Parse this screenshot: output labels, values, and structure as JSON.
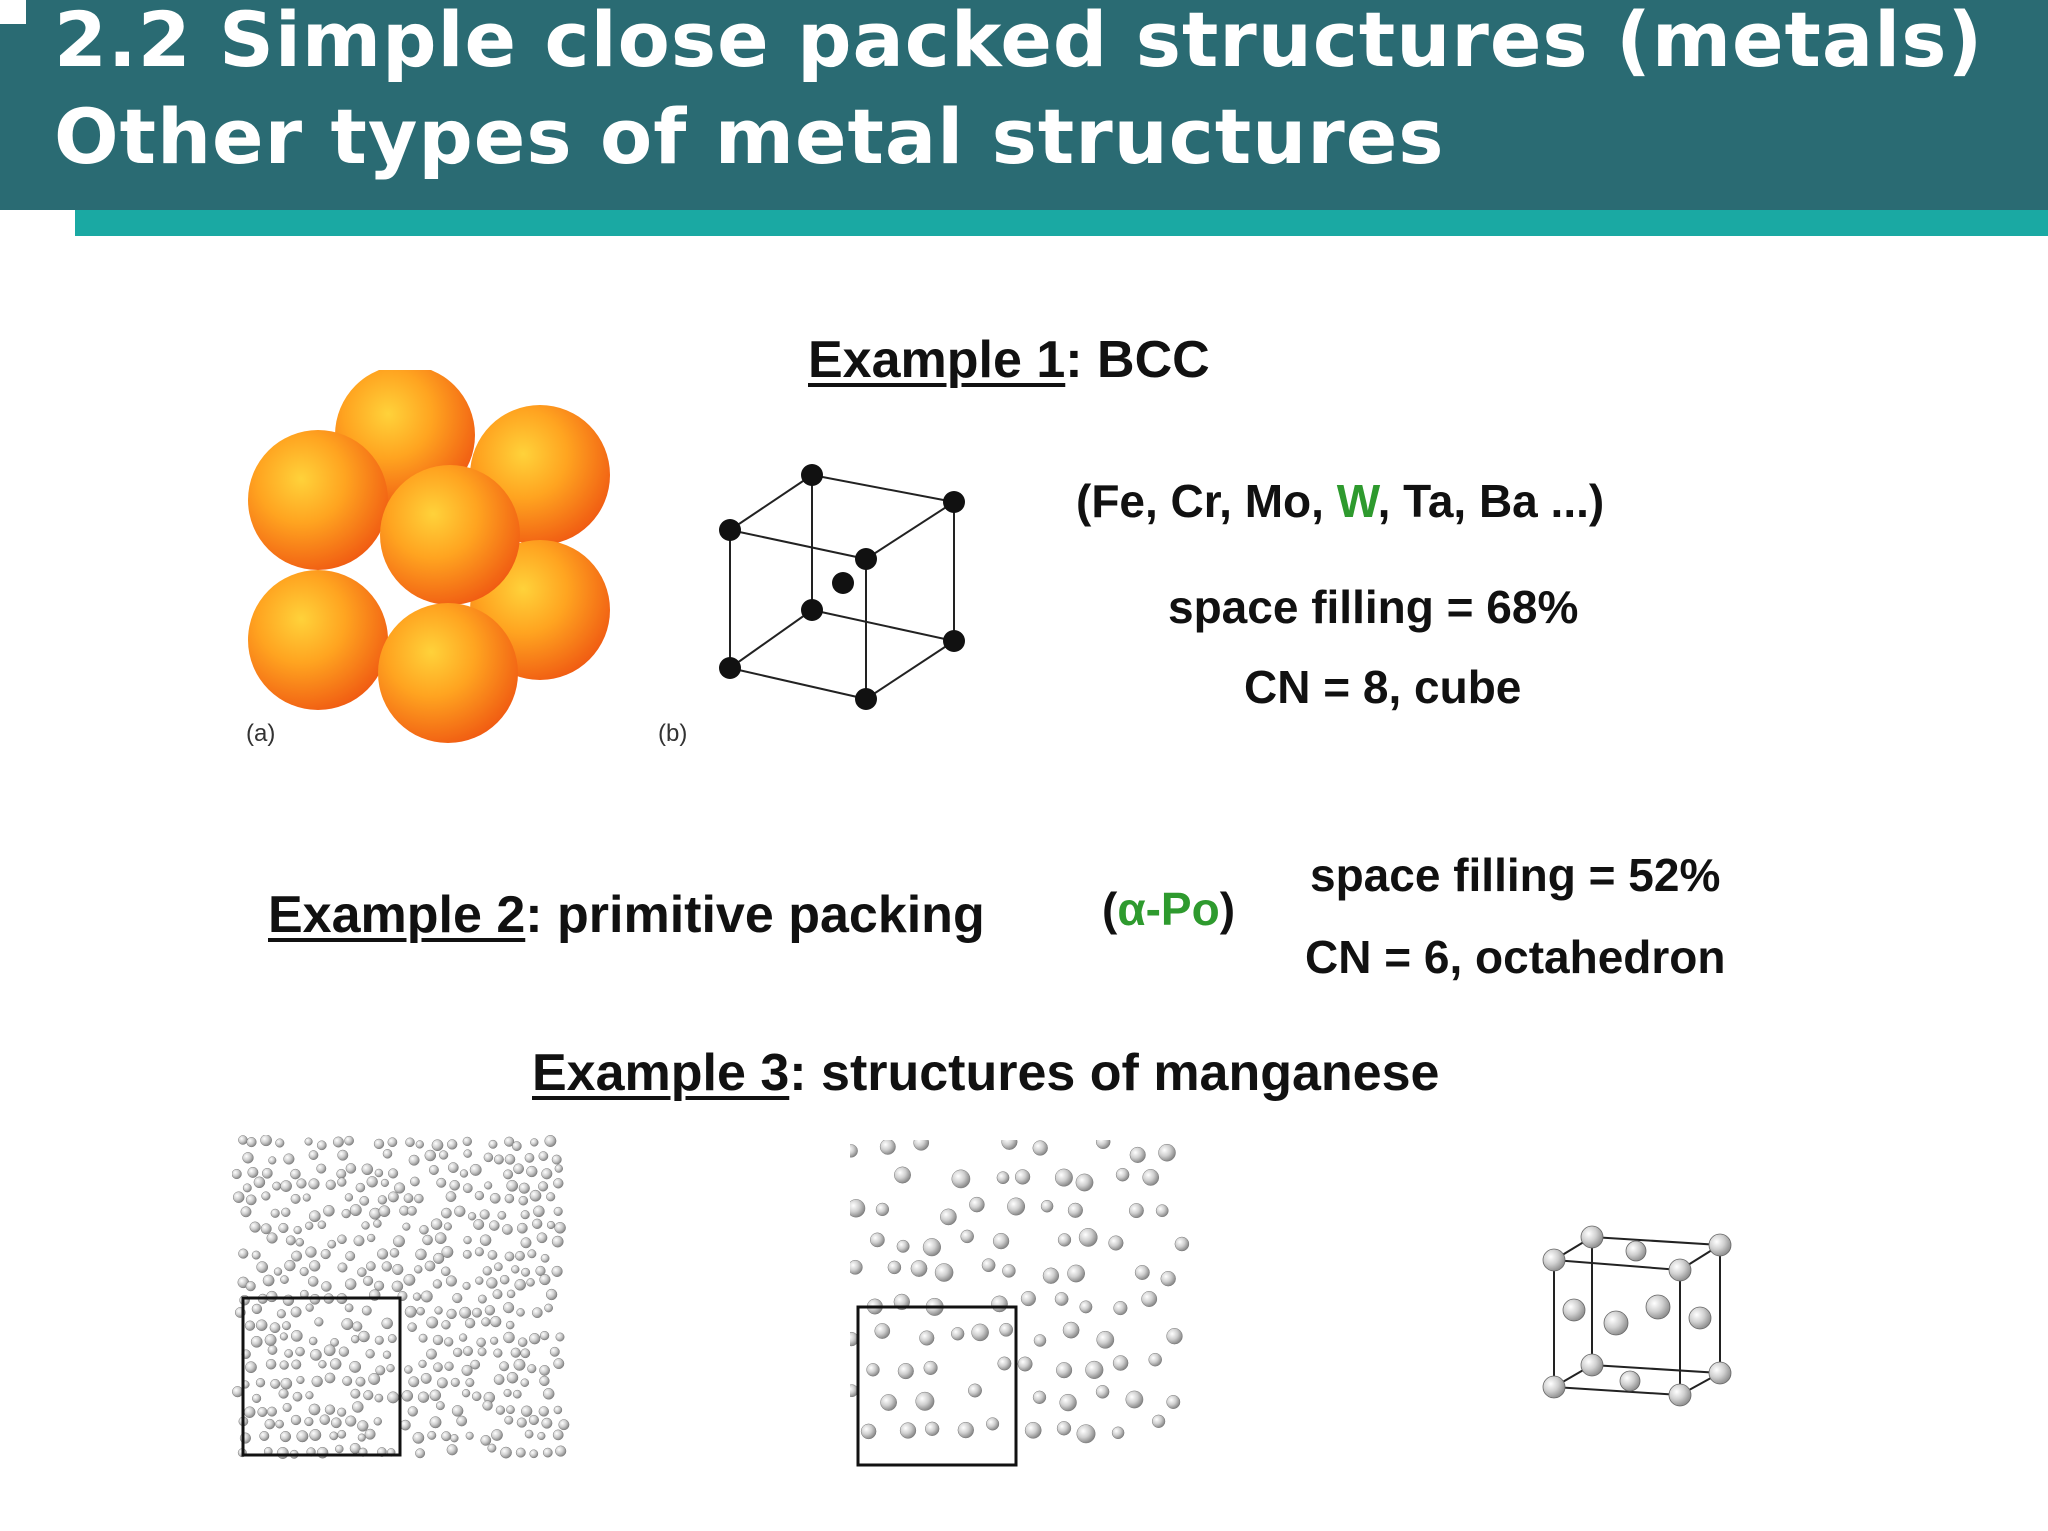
{
  "header": {
    "title_line1": "2.2 Simple close packed structures (metals)",
    "title_line2": "Other types of metal structures"
  },
  "example1": {
    "heading_label": "Example 1",
    "heading_rest": ": BCC",
    "elements_open": "(Fe, Cr, Mo, ",
    "elements_highlight": "W",
    "elements_close": ", Ta, Ba ...)",
    "space_filling": "space filling = 68%",
    "cn": "CN = 8, cube",
    "caption_a": "(a)",
    "caption_b": "(b)"
  },
  "example2": {
    "heading_label": "Example 2",
    "heading_rest": ": primitive packing",
    "paren_open": "(",
    "highlight": "α-Po",
    "paren_close": ")",
    "space_filling": "space filling = 52%",
    "cn": "CN = 6, octahedron"
  },
  "example3": {
    "heading_label": "Example 3",
    "heading_rest": ": structures of manganese"
  },
  "colors": {
    "header_bg": "#2a6b73",
    "header_accent": "#1aa9a3",
    "highlight_green": "#2e9a2e",
    "sphere_orange": "#ff8c00"
  }
}
